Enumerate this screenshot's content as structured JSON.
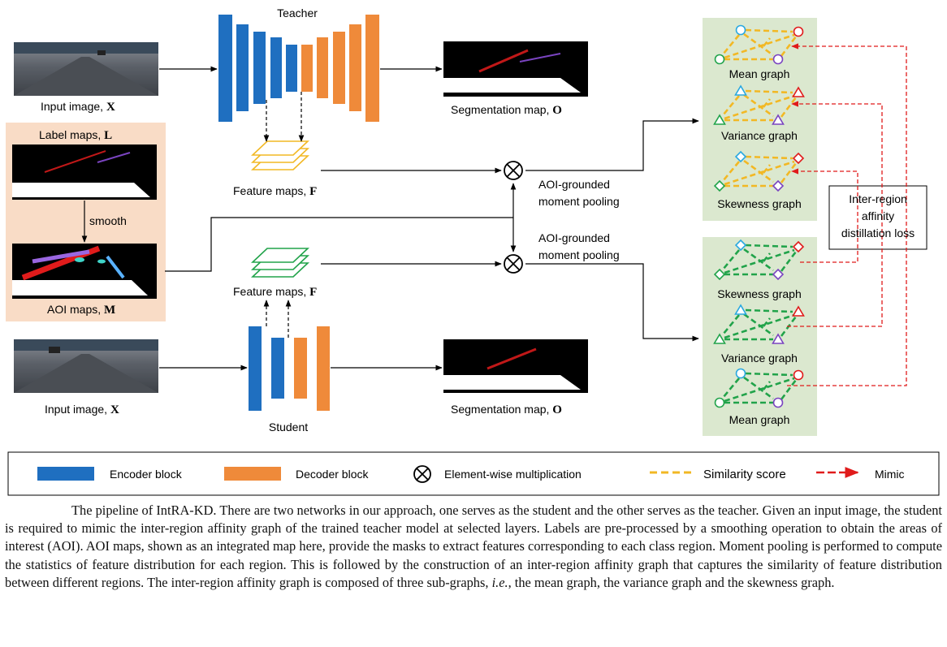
{
  "labels": {
    "teacher": "Teacher",
    "student": "Student",
    "input_image_top": "Input image,",
    "input_image_bottom": "Input image,",
    "input_symbol": "X",
    "seg_map_top": "Segmentation map,",
    "seg_map_bottom": "Segmentation map,",
    "seg_symbol": "O",
    "label_maps": "Label maps,",
    "label_symbol": "L",
    "smooth": "smooth",
    "aoi_maps": "AOI maps,",
    "aoi_symbol": "M",
    "feature_maps_top": "Feature maps,",
    "feature_maps_bottom": "Feature maps,",
    "feature_symbol": "F",
    "aoi_pooling_1a": "AOI-grounded",
    "aoi_pooling_1b": "moment pooling",
    "aoi_pooling_2a": "AOI-grounded",
    "aoi_pooling_2b": "moment pooling",
    "mean_graph_top": "Mean graph",
    "variance_graph_top": "Variance graph",
    "skewness_graph_top": "Skewness graph",
    "skewness_graph_bottom": "Skewness graph",
    "variance_graph_bottom": "Variance graph",
    "mean_graph_bottom": "Mean graph",
    "loss_1": "Inter-region",
    "loss_2": "affinity",
    "loss_3": "distillation loss"
  },
  "legend": {
    "encoder": "Encoder block",
    "decoder": "Decoder block",
    "multiply": "Element-wise multiplication",
    "similarity": "Similarity score",
    "mimic": "Mimic"
  },
  "colors": {
    "encoder": "#1f6fc0",
    "decoder": "#ef8a3a",
    "teacher_edge": "#f2b824",
    "student_edge": "#21a34a",
    "mimic": "#e01b1b",
    "graph_panel": "#dbe8cf",
    "label_panel": "#f9dcc6"
  },
  "caption": {
    "part1": "The pipeline of IntRA-KD. There are two networks in our approach, one serves as the student and the other serves as the teacher. Given an input image, the student is required to mimic the inter-region affinity graph of the trained teacher model at selected layers. Labels are pre-processed by a smoothing operation to obtain the areas of interest (AOI). AOI maps, shown as an integrated map here, provide the masks to extract features corresponding to each class region. Moment pooling is performed to compute the statistics of feature distribution for each region. This is followed by the construction of an inter-region affinity graph that captures the similarity of feature distribution between different regions. The inter-region affinity graph is composed of three sub-graphs, ",
    "ie": "i.e.",
    "part2": ", the mean graph, the variance graph and the skewness graph."
  }
}
